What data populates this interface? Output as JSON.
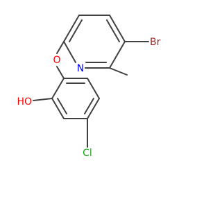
{
  "molecule": {
    "atoms": {
      "bromine": "Br",
      "pyridine_nitrogen": "N",
      "ether_oxygen": "O",
      "hydroxyl": "HO",
      "chlorine": "Cl"
    },
    "colors": {
      "bond": "#404040",
      "bromine": "#a52a2a",
      "nitrogen": "#0000ff",
      "oxygen": "#ff0000",
      "chlorine": "#1aa61a"
    }
  }
}
